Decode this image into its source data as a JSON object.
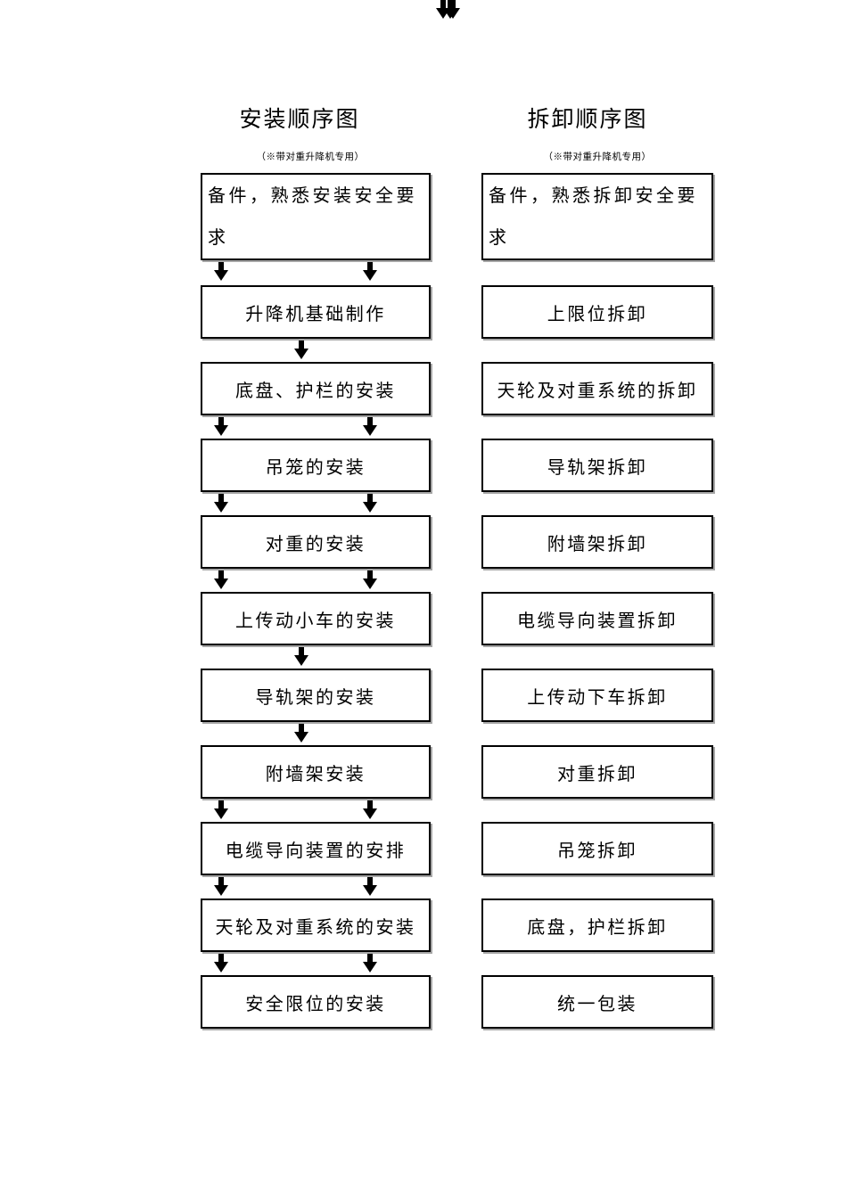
{
  "install_flow": {
    "title": "安装顺序图",
    "subtitle": "（※带对重升降机专用）",
    "steps": [
      "备件，熟悉安装安全要求",
      "升降机基础制作",
      "底盘、护栏的安装",
      "吊笼的安装",
      "对重的安装",
      "上传动小车的安装",
      "导轨架的安装",
      "附墙架安装",
      "电缆导向装置的安排",
      "天轮及对重系统的安装",
      "安全限位的安装"
    ]
  },
  "dismantle_flow": {
    "title": "拆卸顺序图",
    "subtitle": "（※带对重升降机专用）",
    "steps": [
      "备件，熟悉拆卸安全要求",
      "上限位拆卸",
      "天轮及对重系统的拆卸",
      "导轨架拆卸",
      "附墙架拆卸",
      "电缆导向装置拆卸",
      "上传动下车拆卸",
      "对重拆卸",
      "吊笼拆卸",
      "底盘，护栏拆卸",
      "统一包装"
    ]
  },
  "icons": {
    "down_arrow": "↓"
  },
  "colors": {
    "text": "#000000",
    "box_border": "#000000",
    "box_shadow": "#a6a6a6",
    "arrow": "#000000",
    "background": "#ffffff"
  }
}
